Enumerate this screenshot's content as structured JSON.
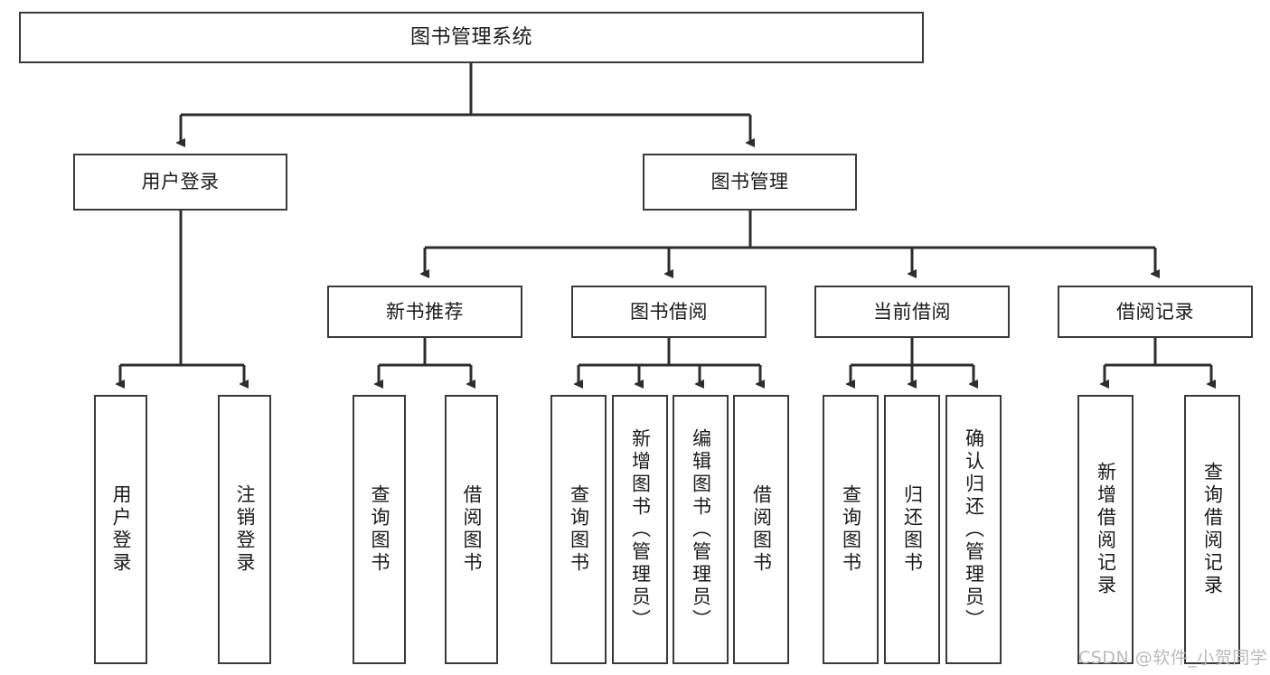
{
  "diagram": {
    "title": "图书管理系统",
    "type": "tree",
    "colors": {
      "box_stroke": "#3a3a3a",
      "box_fill": "#ffffff",
      "connector": "#2d2d2d",
      "text": "#1a1a1a",
      "watermark": "#b9b9b9"
    },
    "root": {
      "label": "图书管理系统"
    },
    "level2": [
      {
        "label": "用户登录"
      },
      {
        "label": "图书管理"
      }
    ],
    "level3": [
      {
        "label": "新书推荐"
      },
      {
        "label": "图书借阅"
      },
      {
        "label": "当前借阅"
      },
      {
        "label": "借阅记录"
      }
    ],
    "leaves_user_login": [
      {
        "label": "用户登录"
      },
      {
        "label": "注销登录"
      }
    ],
    "leaves_new_book": [
      {
        "label": "查询图书"
      },
      {
        "label": "借阅图书"
      }
    ],
    "leaves_borrow": [
      {
        "label": "查询图书"
      },
      {
        "label": "新增图书（管理员）"
      },
      {
        "label": "编辑图书（管理员）"
      },
      {
        "label": "借阅图书"
      }
    ],
    "leaves_current": [
      {
        "label": "查询图书"
      },
      {
        "label": "归还图书"
      },
      {
        "label": "确认归还（管理员）"
      }
    ],
    "leaves_records": [
      {
        "label": "新增借阅记录"
      },
      {
        "label": "查询借阅记录"
      }
    ]
  },
  "watermark": {
    "text": "CSDN @软件_小贺同学"
  }
}
